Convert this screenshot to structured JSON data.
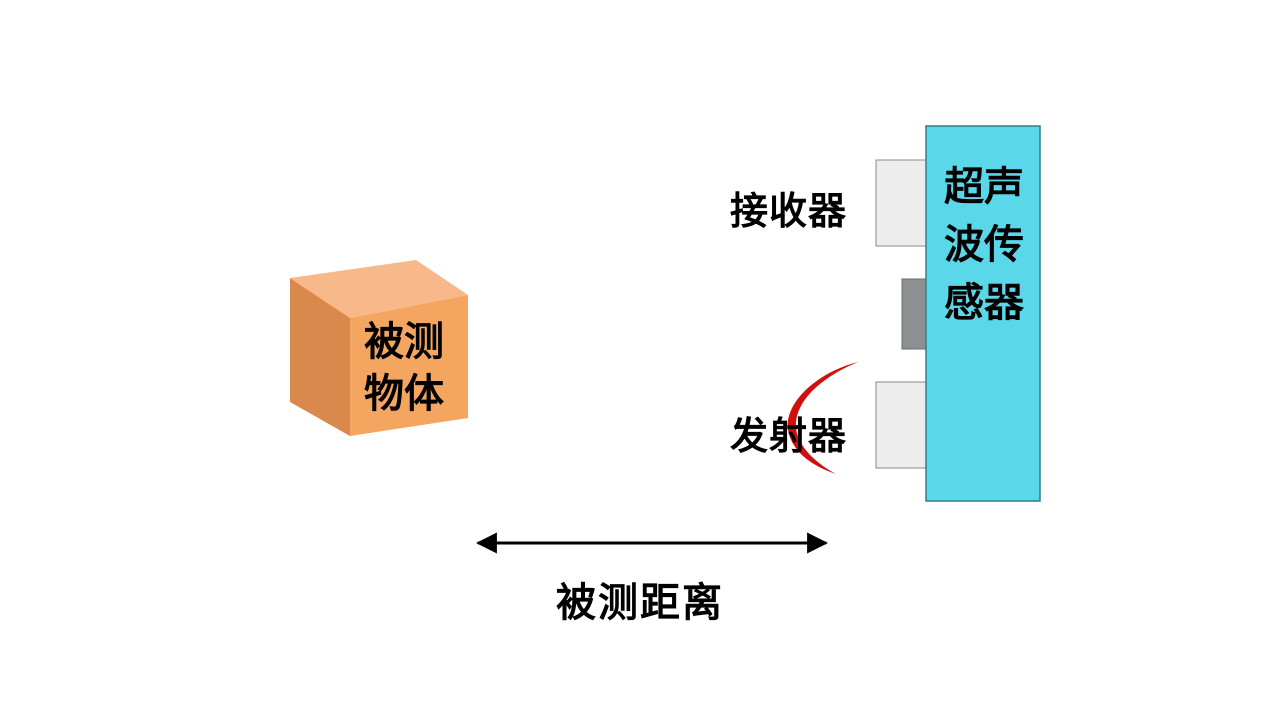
{
  "labels": {
    "object": "被测物体",
    "sensor": "超声波传感器",
    "receiver": "接收器",
    "emitter": "发射器",
    "distance": "被测距离"
  },
  "colors": {
    "cube_front": "#f4a560",
    "cube_top": "#f7b98a",
    "cube_side": "#d9894c",
    "sensor_body": "#5ad7e8",
    "transducer": "#ededed",
    "indicator": "#8c9090",
    "wave": "#d10f0f",
    "arrow": "#000000"
  }
}
